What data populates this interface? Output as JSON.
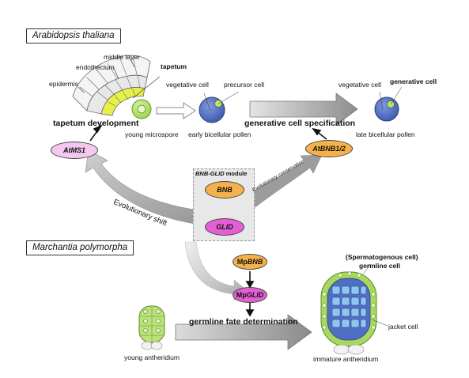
{
  "species": {
    "arabidopsis": "Arabidopsis thaliana",
    "marchantia": "Marchantia polymorpha"
  },
  "anther_labels": {
    "middle_layer": "middle layer",
    "endothecium": "endothecium",
    "tapetum": "tapetum",
    "epidermis": "epidermis"
  },
  "cell_labels": {
    "vegetative_cell_1": "vegetative cell",
    "precursor_cell": "precursor cell",
    "vegetative_cell_2": "vegetative cell",
    "generative_cell": "generative cell",
    "young_microspore": "young microspore",
    "early_bicellular_pollen": "early bicellular pollen",
    "late_bicellular_pollen": "late bicellular pollen"
  },
  "processes": {
    "tapetum_development": "tapetum development",
    "generative_cell_specification": "generative cell specification",
    "germline_fate_determination": "germline fate determination"
  },
  "genes": {
    "atms1": "AtMS1",
    "atbnb": "AtBNB1/2",
    "bnb": "BNB",
    "glid": "GLID",
    "mpbnb_prefix": "Mp",
    "mpbnb": "BNB",
    "mpglid_prefix": "Mp",
    "mpglid": "GLID"
  },
  "module": {
    "title_italic": "BNB-GLID",
    "title_rest": " module"
  },
  "arrows": {
    "evolutionary_shift": "Evolutionary shift",
    "evolutionary_conservation": "Evolutionary conservation"
  },
  "antheridium": {
    "germline_line1": "(Spermatogenous cell)",
    "germline_line2": "germline cell",
    "jacket_cell": "jacket cell",
    "young_antheridium": "young antheridium",
    "immature_antheridium": "immature antheridium"
  },
  "colors": {
    "pink": "#f2c8ee",
    "orange": "#f5b24a",
    "magenta": "#e55fd4",
    "pollen_blue": "#4f6fc4",
    "green": "#9ad14a",
    "tapetum_yellow": "#e9ef4a",
    "arrow_gray": "#9a9a9a",
    "module_bg": "#e8e8e8"
  }
}
